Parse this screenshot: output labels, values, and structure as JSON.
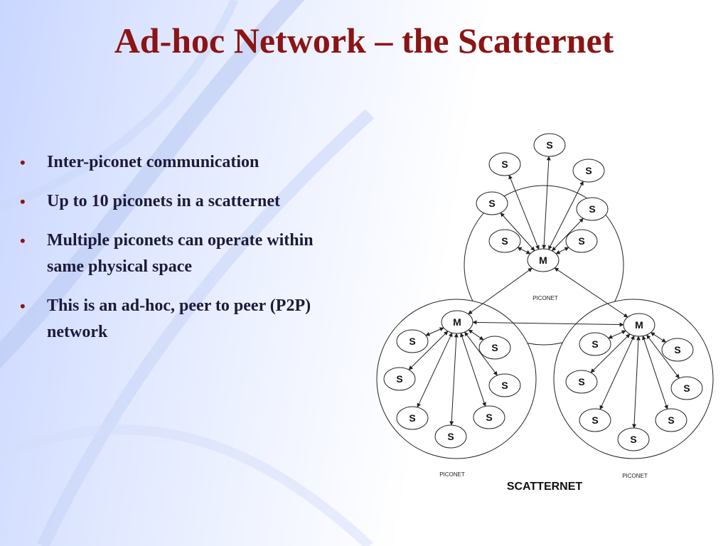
{
  "slide": {
    "title": "Ad-hoc Network – the Scatternet",
    "bullets": [
      "Inter-piconet communication",
      "Up to 10 piconets in a scatternet",
      "Multiple piconets can operate within same physical space",
      "This is an ad-hoc, peer to peer (P2P) network"
    ],
    "bullet_glyph": "•"
  },
  "diagram": {
    "caption": "SCATTERNET",
    "master_label": "M",
    "slave_label": "S",
    "piconets": [
      {
        "label": "PICONET",
        "slaves": 7
      },
      {
        "label": "PICONET",
        "slaves": 7
      },
      {
        "label": "PICONET",
        "slaves": 7
      }
    ],
    "links": [
      {
        "from": "piconet-1-master",
        "to": "piconet-2-master"
      },
      {
        "from": "piconet-1-master",
        "to": "piconet-3-master"
      },
      {
        "from": "piconet-2-master",
        "to": "piconet-3-master"
      }
    ]
  },
  "colors": {
    "title": "#8b1414",
    "bullet_text": "#1e1a3a",
    "diagram_stroke": "#222222"
  }
}
